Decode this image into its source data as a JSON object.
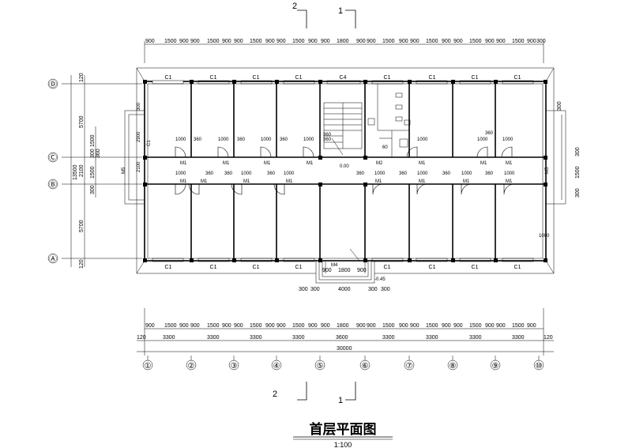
{
  "drawing": {
    "title": "首层平面图",
    "scale": "1:100"
  },
  "sections": {
    "top_left": "2",
    "top_right": "1",
    "bottom_left": "2",
    "bottom_right": "1"
  },
  "dims": {
    "top_segments": [
      "900",
      "1500",
      "900",
      "900",
      "1500",
      "900",
      "900",
      "1500",
      "900",
      "900",
      "1500",
      "900",
      "900",
      "1800",
      "900",
      "900",
      "1500",
      "900",
      "900",
      "1500",
      "900",
      "900",
      "1500",
      "900",
      "900",
      "1500",
      "900",
      "300"
    ],
    "bottom_segments": [
      "900",
      "1500",
      "900",
      "900",
      "1500",
      "900",
      "900",
      "1500",
      "900",
      "900",
      "1500",
      "900",
      "900",
      "1800",
      "900",
      "900",
      "1500",
      "900",
      "900",
      "1500",
      "900",
      "900",
      "1500",
      "900",
      "900",
      "1500",
      "900"
    ],
    "bays": [
      "120",
      "3300",
      "3300",
      "3300",
      "3300",
      "3600",
      "3300",
      "3300",
      "3300",
      "3300",
      "120"
    ],
    "total": "30000",
    "left_outer": [
      "120",
      "5700",
      "2100",
      "5700",
      "120"
    ],
    "left_total": "13500",
    "left_inner": [
      "1500",
      "300",
      "1500",
      "360",
      "300"
    ],
    "right_dims": [
      "300",
      "300",
      "1500",
      "300"
    ],
    "entrance": [
      "300",
      "300",
      "4000",
      "300",
      "300"
    ],
    "entrance_inner": [
      "900",
      "1800",
      "900"
    ]
  },
  "axes": {
    "columns": [
      "①",
      "②",
      "③",
      "④",
      "⑤",
      "⑥",
      "⑦",
      "⑧",
      "⑨",
      "⑩"
    ],
    "rows": [
      "Ⓓ",
      "Ⓒ",
      "Ⓑ",
      "Ⓐ"
    ]
  },
  "labels": {
    "window_top": [
      "C1",
      "C1",
      "C1",
      "C1",
      "C4",
      "C1",
      "C1",
      "C1",
      "C1"
    ],
    "window_bottom": [
      "C1",
      "C1",
      "C1",
      "C1",
      "C1",
      "C1",
      "C1",
      "C1"
    ],
    "door_upper": [
      "M1",
      "M1",
      "M1",
      "M1",
      "M2",
      "M1",
      "M1",
      "M1"
    ],
    "door_lower": [
      "M1",
      "M1",
      "M1",
      "M1",
      "M1",
      "M1",
      "M1",
      "M1"
    ],
    "door_width": "1000",
    "door_offset": "360",
    "side_door_left": "M5",
    "side_door_right": "M5",
    "entrance_door": "M4",
    "corridor_level": "0.00",
    "exterior_level": "-0.45",
    "side_window": "C1",
    "wc_dim": "60",
    "right_bottom_dim": "1000",
    "stair_dims": "360",
    "left_extra": [
      "2900",
      "2100",
      "300"
    ]
  }
}
